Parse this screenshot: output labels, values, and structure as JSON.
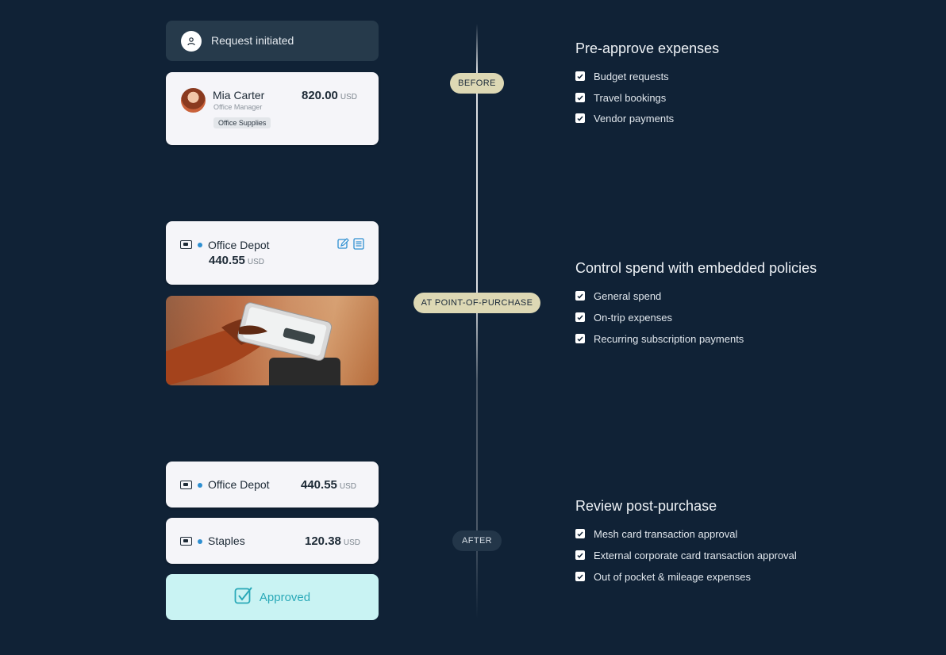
{
  "timeline": {
    "before_label": "BEFORE",
    "point_label": "AT POINT-OF-PURCHASE",
    "after_label": "AFTER"
  },
  "request": {
    "label": "Request initiated",
    "icon": "user-icon"
  },
  "approval_card": {
    "name": "Mia Carter",
    "role": "Office Manager",
    "tag": "Office Supplies",
    "amount": "820.00",
    "currency": "USD"
  },
  "purchase_card": {
    "merchant": "Office Depot",
    "amount": "440.55",
    "currency": "USD",
    "icons": [
      "edit-icon",
      "receipt-icon"
    ]
  },
  "photo": {
    "icon": "phone-payment-photo"
  },
  "transactions": [
    {
      "merchant": "Office Depot",
      "amount": "440.55",
      "currency": "USD"
    },
    {
      "merchant": "Staples",
      "amount": "120.38",
      "currency": "USD"
    }
  ],
  "approved": {
    "label": "Approved",
    "icon": "check-box-icon"
  },
  "sections": [
    {
      "title": "Pre-approve expenses",
      "items": [
        "Budget requests",
        "Travel bookings",
        "Vendor payments"
      ]
    },
    {
      "title": "Control spend with embedded policies",
      "items": [
        "General spend",
        "On-trip expenses",
        "Recurring subscription payments"
      ]
    },
    {
      "title": "Review post-purchase",
      "items": [
        "Mesh card transaction approval",
        "External corporate card transaction approval",
        "Out of pocket & mileage expenses"
      ]
    }
  ],
  "colors": {
    "background": "#102236",
    "pill_light": "#ddd8b4",
    "accent_blue": "#2e8fd1",
    "approved_bg": "#c9f3f3",
    "approved_text": "#2aa9b8"
  }
}
